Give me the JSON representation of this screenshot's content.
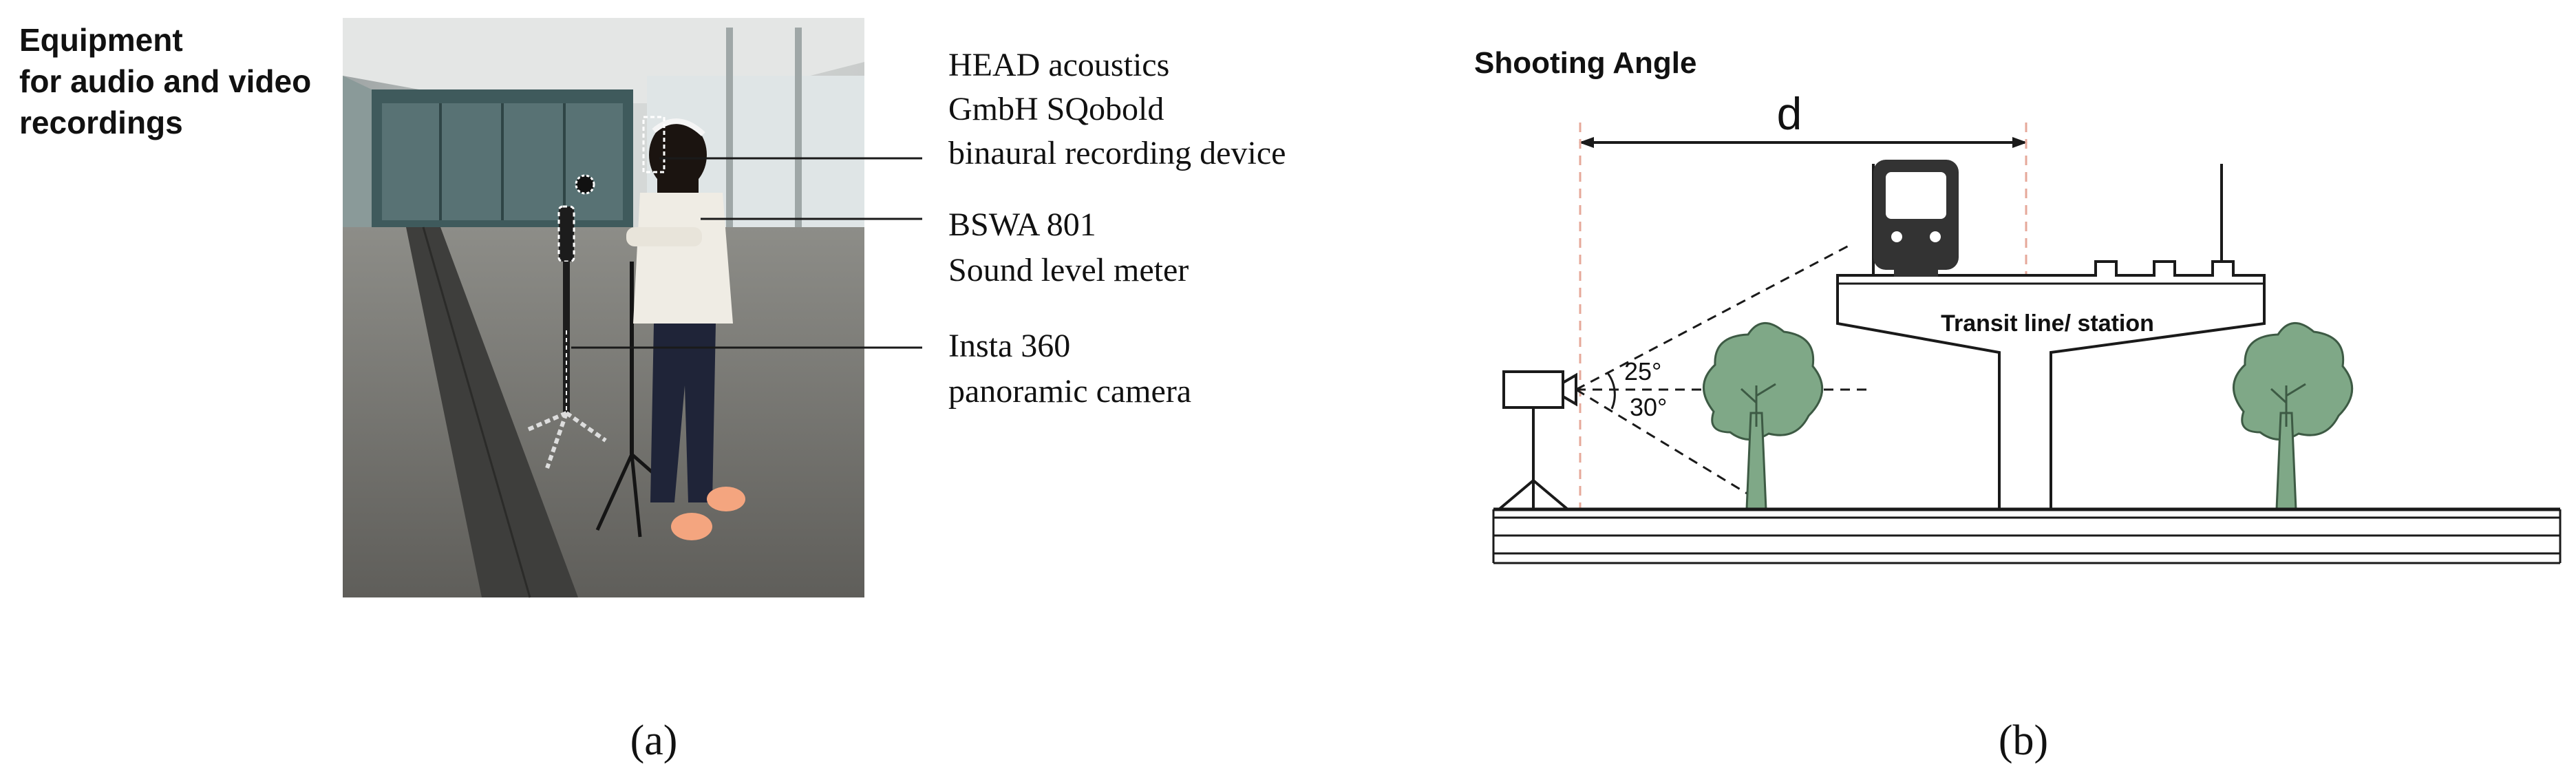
{
  "panel_a": {
    "heading_lines": [
      "Equipment",
      "for audio and video",
      "recordings"
    ],
    "labels": [
      {
        "lines": [
          "HEAD acoustics",
          "GmbH SQobold",
          "binaural recording device"
        ]
      },
      {
        "lines": [
          "BSWA 801",
          "Sound level meter"
        ]
      },
      {
        "lines": [
          "Insta 360",
          "panoramic camera"
        ]
      }
    ],
    "caption": "(a)"
  },
  "panel_b": {
    "heading": "Shooting Angle",
    "distance_label": "d",
    "angle_upper": "25°",
    "angle_lower": "30°",
    "station_label": "Transit line/ station",
    "caption": "(b)"
  },
  "colors": {
    "text": "#111111",
    "line": "#1a1a1a",
    "tree_fill": "#7fa887",
    "tree_stroke": "#3d5a44",
    "guide_dash": "#e6a89a",
    "train": "#333333",
    "photo_floor": "#6b6a66",
    "photo_wall": "#b9bcbb",
    "shirt": "#efece4",
    "pants": "#1f2438",
    "shoes": "#f4a57f"
  }
}
